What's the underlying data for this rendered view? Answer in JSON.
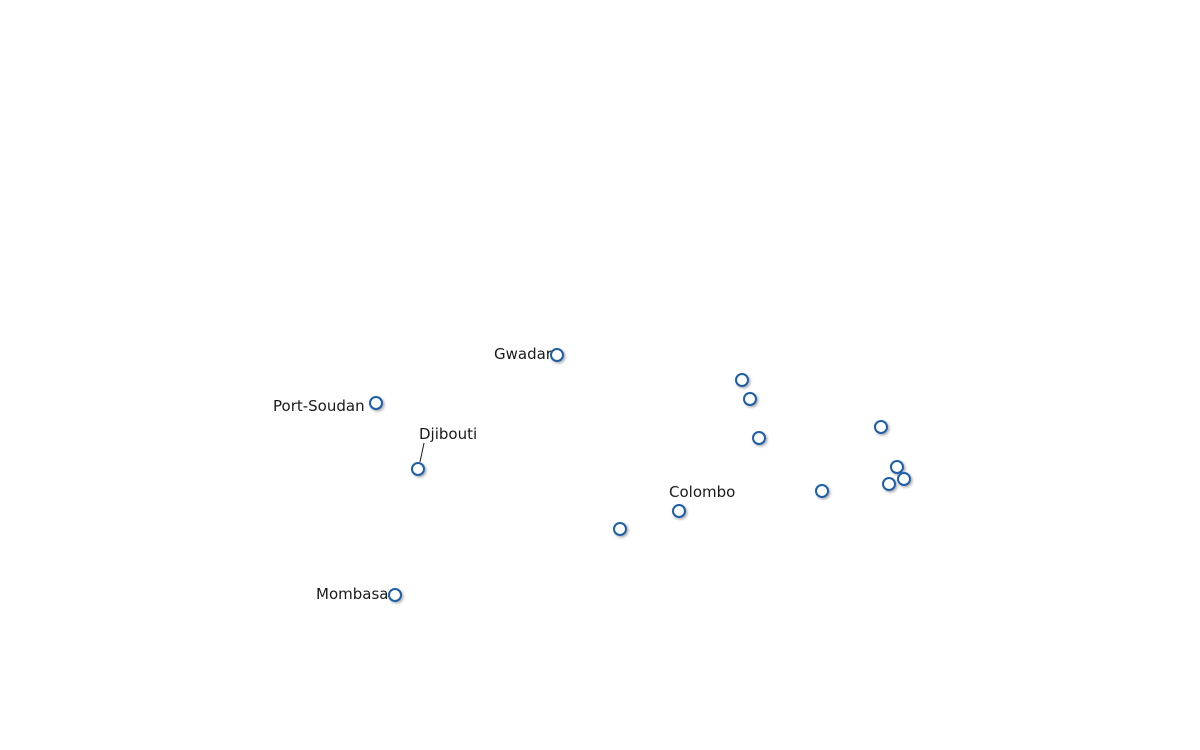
{
  "map": {
    "colors": {
      "marker_stroke": "#1f5fa8",
      "marker_fill": "#ffffff",
      "label_text": "#1a1a1a",
      "shadow": "#999999"
    },
    "ports": [
      {
        "id": "gwadar",
        "label": "Gwadar",
        "lat": 25.12,
        "lon": 62.33
      },
      {
        "id": "port-soudan",
        "label": "Port-Soudan",
        "lat": 19.61,
        "lon": 37.22
      },
      {
        "id": "djibouti",
        "label": "Djibouti",
        "lat": 11.59,
        "lon": 43.15
      },
      {
        "id": "colombo",
        "label": "Colombo",
        "lat": 6.93,
        "lon": 79.85
      },
      {
        "id": "mombasa",
        "label": "Mombasa",
        "lat": -4.04,
        "lon": 39.67
      },
      {
        "id": "port-6",
        "label": "",
        "lat": 22.35,
        "lon": 88.3
      },
      {
        "id": "port-7",
        "label": "",
        "lat": 20.2,
        "lon": 89.3
      },
      {
        "id": "port-8",
        "label": "",
        "lat": 14.3,
        "lon": 90.5
      },
      {
        "id": "port-9",
        "label": "",
        "lat": 13.1,
        "lon": 107.0
      },
      {
        "id": "port-10",
        "label": "",
        "lat": 10.8,
        "lon": 109.0
      },
      {
        "id": "port-11",
        "label": "",
        "lat": 8.4,
        "lon": 110.0
      },
      {
        "id": "port-12",
        "label": "",
        "lat": 9.2,
        "lon": 108.0
      },
      {
        "id": "port-13",
        "label": "",
        "lat": 6.1,
        "lon": 98.9
      },
      {
        "id": "port-14",
        "label": "",
        "lat": 4.8,
        "lon": 71.8
      }
    ]
  }
}
